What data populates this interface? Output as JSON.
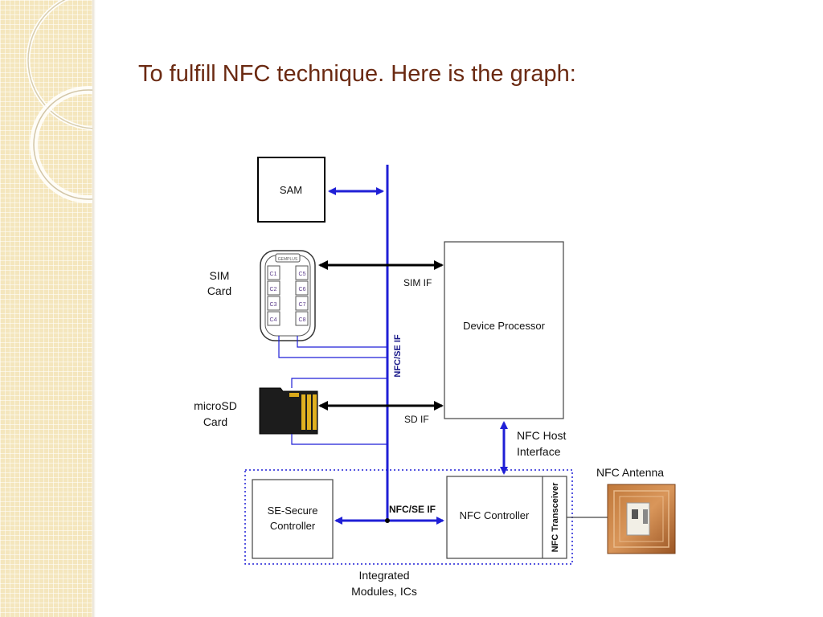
{
  "slide": {
    "title": "To fulfill NFC technique. Here is the graph:"
  },
  "theme": {
    "title_color": "#6b2a12",
    "stripe_color": "#f4e6bd",
    "bus_color": "#1f1fd6",
    "arrow_black": "#000000"
  },
  "diagram": {
    "sam": "SAM",
    "sim_label_1": "SIM",
    "sim_label_2": "Card",
    "sim_chip_top": "GEMPLUS",
    "sim_pins": [
      "C1",
      "C2",
      "C3",
      "C4",
      "C5",
      "C6",
      "C7",
      "C8"
    ],
    "microsd_label_1": "microSD",
    "microsd_label_2": "Card",
    "device_processor": "Device Processor",
    "sim_if": "SIM IF",
    "sd_if": "SD IF",
    "nfc_se_if_vertical": "NFC/SE IF",
    "nfc_se_if_horizontal": "NFC/SE IF",
    "nfc_host_1": "NFC Host",
    "nfc_host_2": "Interface",
    "se_secure_1": "SE-Secure",
    "se_secure_2": "Controller",
    "nfc_controller": "NFC Controller",
    "nfc_transceiver": "NFC Transceiver",
    "nfc_antenna": "NFC Antenna",
    "integrated_1": "Integrated",
    "integrated_2": "Modules, ICs"
  }
}
